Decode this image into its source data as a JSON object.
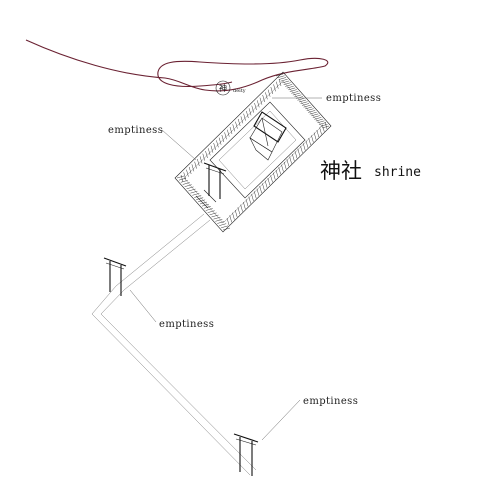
{
  "labels": {
    "emptiness_1": "emptiness",
    "emptiness_2": "emptiness",
    "emptiness_3": "emptiness",
    "emptiness_4": "emptiness",
    "deity_kanji": "神",
    "deity": "deity",
    "shrine_kanji": "神社",
    "shrine": "shrine"
  },
  "colors": {
    "thread": "#6b2233",
    "ink": "#222222",
    "background": "#ffffff"
  }
}
